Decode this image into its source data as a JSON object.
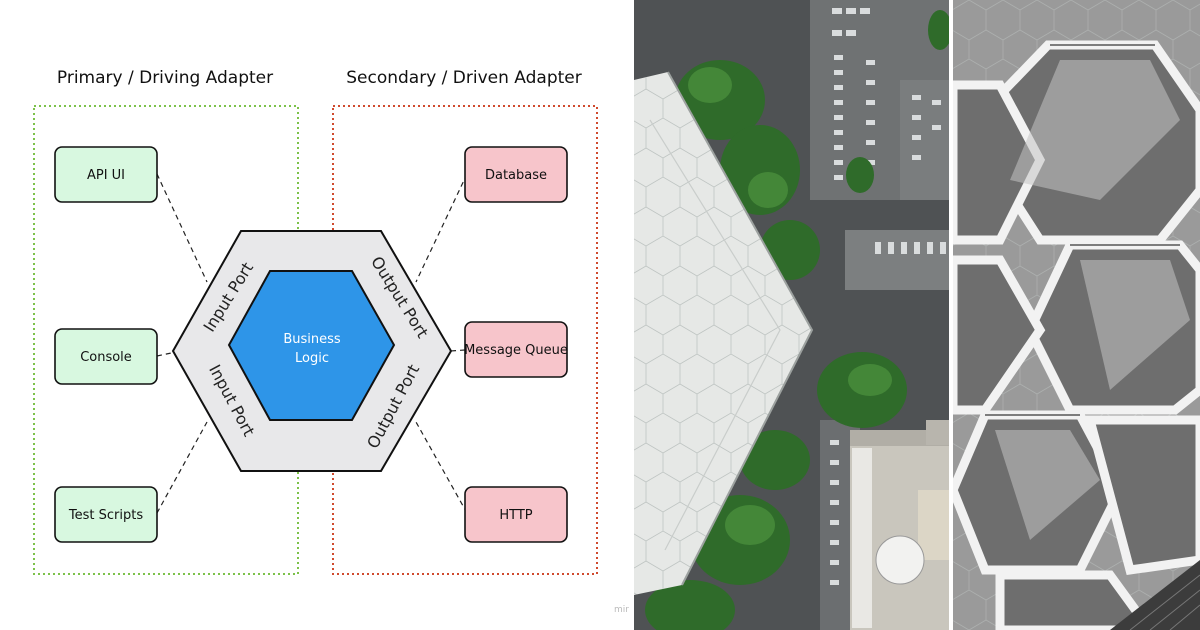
{
  "diagram": {
    "primary_title": "Primary / Driving Adapter",
    "secondary_title": "Secondary / Driven Adapter",
    "primary_adapters": [
      "API UI",
      "Console",
      "Test Scripts"
    ],
    "secondary_adapters": [
      "Database",
      "Message Queue",
      "HTTP"
    ],
    "ports": {
      "input_top": "Input Port",
      "input_bottom": "Input Port",
      "output_top": "Output Port",
      "output_bottom": "Output Port"
    },
    "core": {
      "line1": "Business",
      "line2": "Logic"
    },
    "watermark": "mir",
    "colors": {
      "primary_border": "#7cc24a",
      "primary_fill": "#d8f8e0",
      "secondary_border": "#d04a2e",
      "secondary_fill": "#f7c5cb",
      "outer_hex_fill": "#e8e8ea",
      "core_fill": "#2e95e8"
    }
  },
  "photos": {
    "aerial": {
      "subject": "aerial view of hexagon-patterned roof beside parking lot and trees"
    },
    "facade": {
      "subject": "grayscale hexagonal glass facade"
    }
  }
}
